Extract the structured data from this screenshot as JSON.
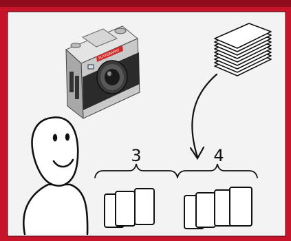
{
  "colors": {
    "frame": "#c8142a",
    "frame_dark": "#8e0c1c",
    "panel": "#f3f3f3",
    "ink": "#111111",
    "camera_body": "#c9c9c9",
    "camera_leather": "#2b2b2b",
    "camera_label": "#d42a2a"
  },
  "scene": {
    "camera_label": "PLAYGRAPHY",
    "left_group_count": "3",
    "right_group_count": "4"
  }
}
